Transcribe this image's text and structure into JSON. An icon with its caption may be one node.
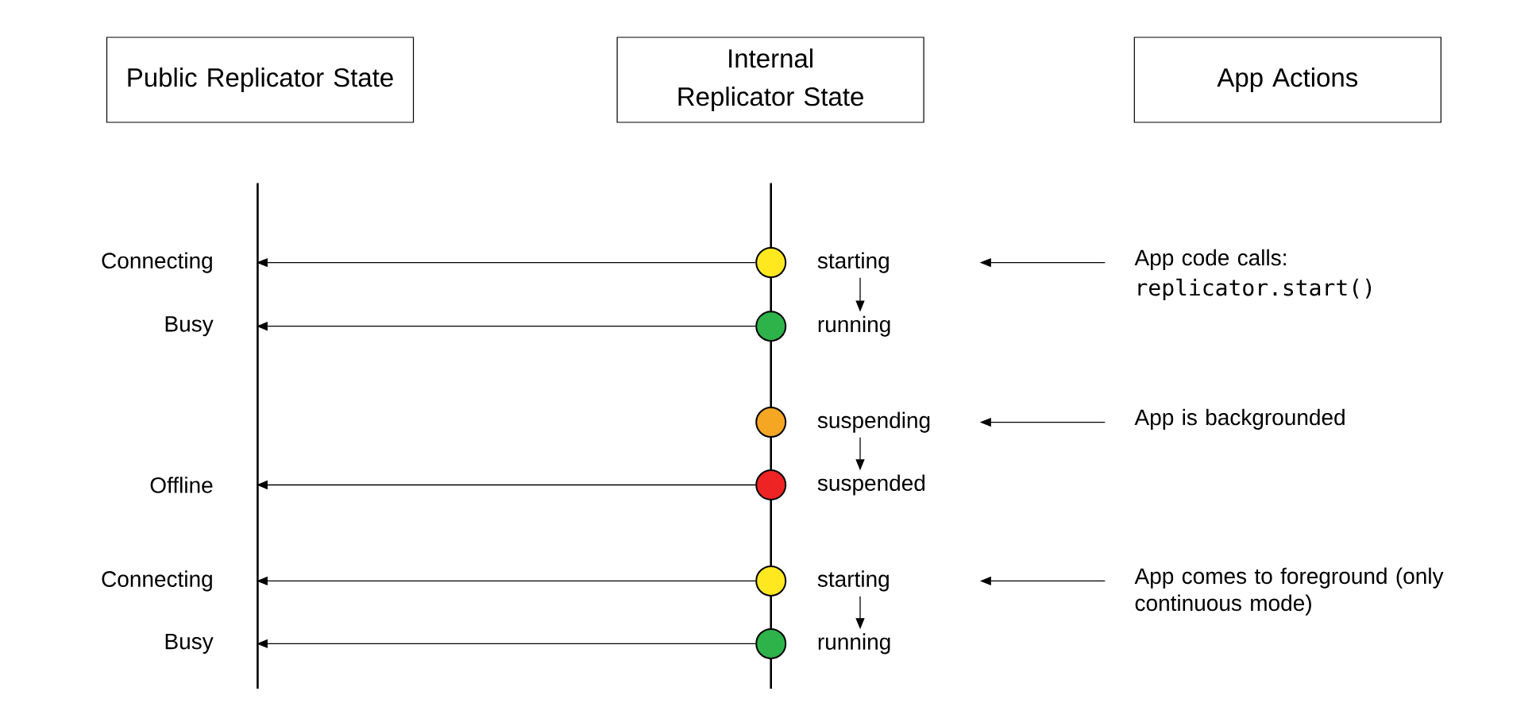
{
  "diagram": {
    "nodes": [
      {
        "text": [
          "Public Replicator State"
        ]
      },
      {
        "text": [
          "Internal Replicator State"
        ]
      },
      {
        "text": [
          "App Actions"
        ]
      },
      {
        "text": [
          "Connecting"
        ]
      },
      {
        "text": [],
        "shape": "circle"
      },
      {
        "text": [
          "starting"
        ]
      },
      {
        "text": [
          "App code calls:",
          "replicator.start()"
        ]
      },
      {
        "text": [
          "Busy"
        ]
      },
      {
        "text": [],
        "shape": "circle"
      },
      {
        "text": [
          "running"
        ]
      },
      {
        "text": [],
        "shape": "circle"
      },
      {
        "text": [
          "suspending"
        ]
      },
      {
        "text": [
          "App is backgrounded"
        ]
      },
      {
        "text": [
          "Offline"
        ]
      },
      {
        "text": [],
        "shape": "circle"
      },
      {
        "text": [
          "suspended"
        ]
      },
      {
        "text": [
          "Connecting"
        ]
      },
      {
        "text": [],
        "shape": "circle"
      },
      {
        "text": [
          "starting"
        ]
      },
      {
        "text": [
          "App comes to foreground (only continuous mode)"
        ]
      },
      {
        "text": [
          "Busy"
        ]
      },
      {
        "text": [],
        "shape": "circle"
      },
      {
        "text": [
          "running"
        ]
      }
    ],
    "edges": [
      {
        "from": 4,
        "to": 3,
        "arrow": "to"
      },
      {
        "from": 8,
        "to": 7,
        "arrow": "to"
      },
      {
        "from": 14,
        "to": 13,
        "arrow": "to"
      },
      {
        "from": 17,
        "to": 16,
        "arrow": "to"
      },
      {
        "from": 21,
        "to": 20,
        "arrow": "to"
      },
      {
        "from": 5,
        "to": 9,
        "arrow": "to"
      },
      {
        "from": 11,
        "to": 15,
        "arrow": "to"
      },
      {
        "from": 18,
        "to": 22,
        "arrow": "to"
      },
      {
        "from": 6,
        "to": 5,
        "arrow": "to"
      },
      {
        "from": 12,
        "to": 11,
        "arrow": "to"
      },
      {
        "from": 19,
        "to": 18,
        "arrow": "to"
      }
    ]
  }
}
